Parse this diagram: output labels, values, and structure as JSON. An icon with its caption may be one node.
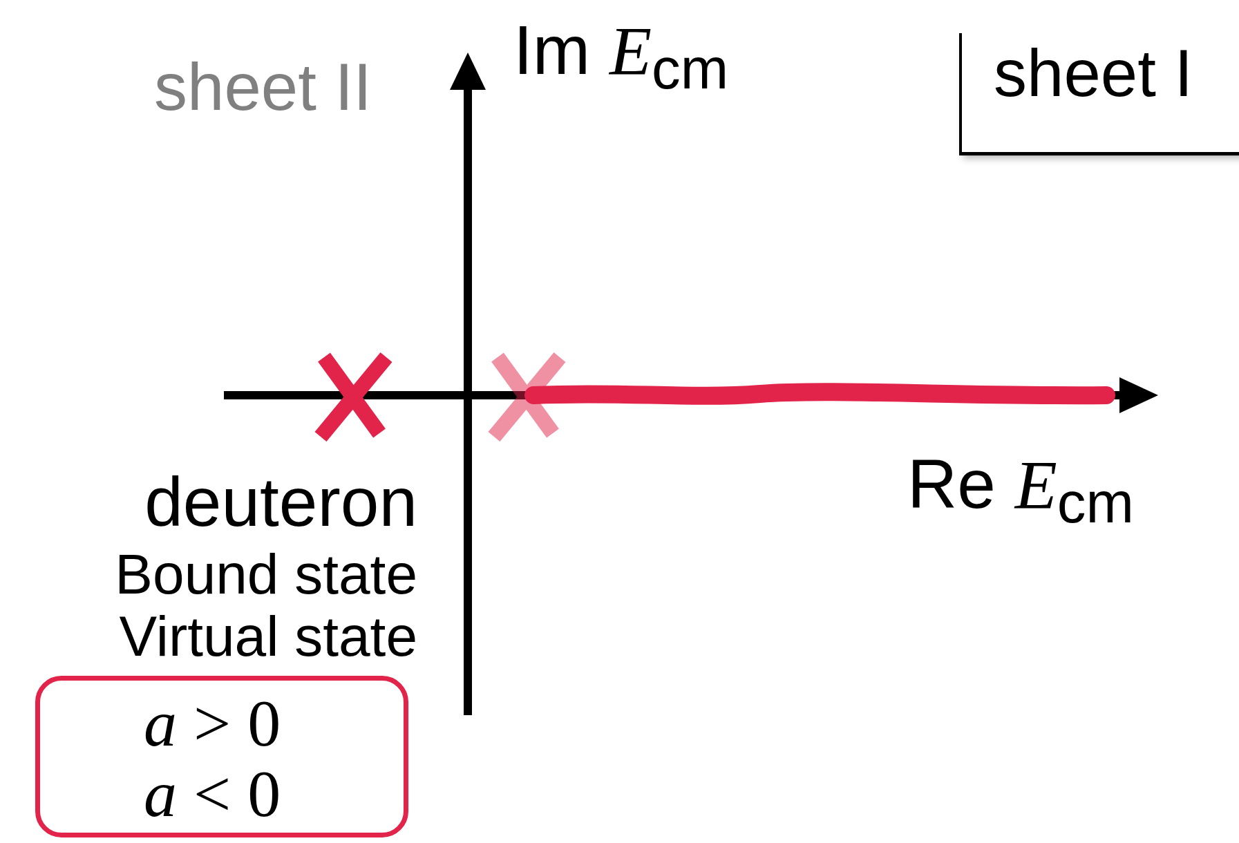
{
  "diagram": {
    "nodes": [
      {
        "text": [
          "sheet I"
        ]
      },
      {
        "text": [
          "*a* > 0",
          "*a* < 0"
        ]
      }
    ],
    "labels": [
      "sheet II",
      "Im *E*$_{cm}$",
      "Re *E*$_{cm}$",
      "deuteron",
      "Bound state",
      "Virtual state"
    ]
  }
}
